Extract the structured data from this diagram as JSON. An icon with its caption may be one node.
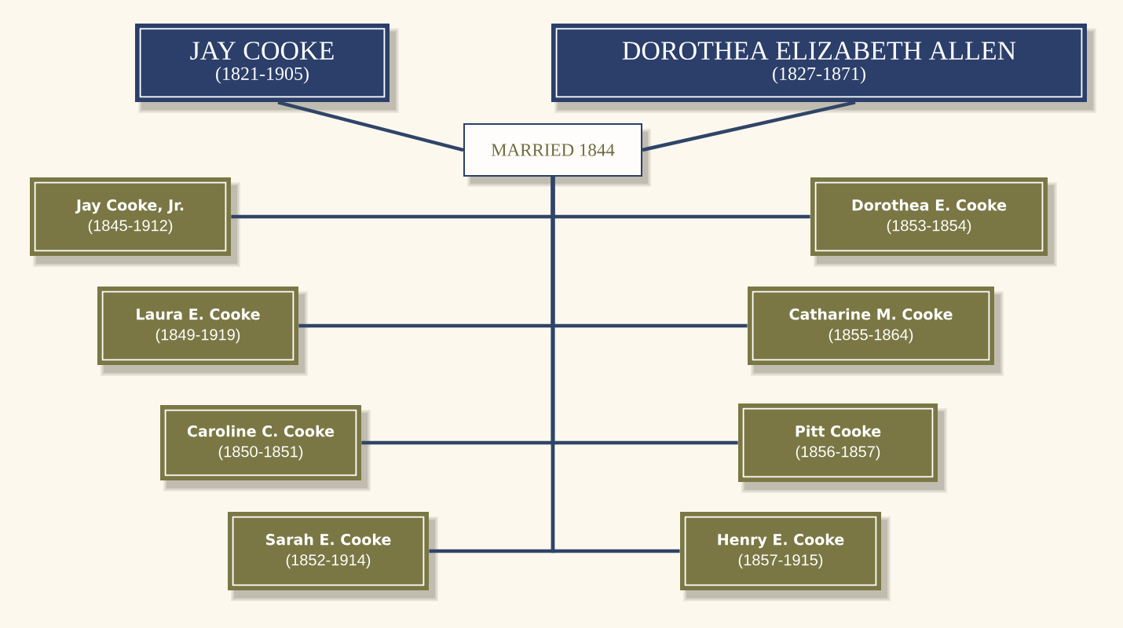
{
  "diagram": {
    "nodes": [
      {
        "text": [
          "JAY COOKE",
          "(1821-1905)"
        ]
      },
      {
        "text": [
          "DOROTHEA ELIZABETH ALLEN",
          "(1827-1871)"
        ]
      },
      {
        "text": [
          "MARRIED 1844"
        ]
      },
      {
        "text": [
          "Jay Cooke, Jr.",
          "(1845-1912)"
        ]
      },
      {
        "text": [
          "Dorothea E. Cooke",
          "(1853-1854)"
        ]
      },
      {
        "text": [
          "Laura E. Cooke",
          "(1849-1919)"
        ]
      },
      {
        "text": [
          "Catharine M. Cooke",
          "(1855-1864)"
        ]
      },
      {
        "text": [
          "Caroline C. Cooke",
          "(1850-1851)"
        ]
      },
      {
        "text": [
          "Pitt Cooke",
          "(1856-1857)"
        ]
      },
      {
        "text": [
          "Sarah E. Cooke",
          "(1852-1914)"
        ]
      },
      {
        "text": [
          "Henry E. Cooke",
          "(1857-1915)"
        ]
      }
    ],
    "edges": [
      {
        "from": 0,
        "to": 2,
        "arrow": "none"
      },
      {
        "from": 1,
        "to": 2,
        "arrow": "none"
      },
      {
        "from": 2,
        "to": 3,
        "arrow": "none"
      },
      {
        "from": 2,
        "to": 4,
        "arrow": "none"
      },
      {
        "from": 2,
        "to": 5,
        "arrow": "none"
      },
      {
        "from": 2,
        "to": 6,
        "arrow": "none"
      },
      {
        "from": 2,
        "to": 7,
        "arrow": "none"
      },
      {
        "from": 2,
        "to": 8,
        "arrow": "none"
      },
      {
        "from": 2,
        "to": 9,
        "arrow": "none"
      },
      {
        "from": 2,
        "to": 10,
        "arrow": "none"
      }
    ]
  }
}
